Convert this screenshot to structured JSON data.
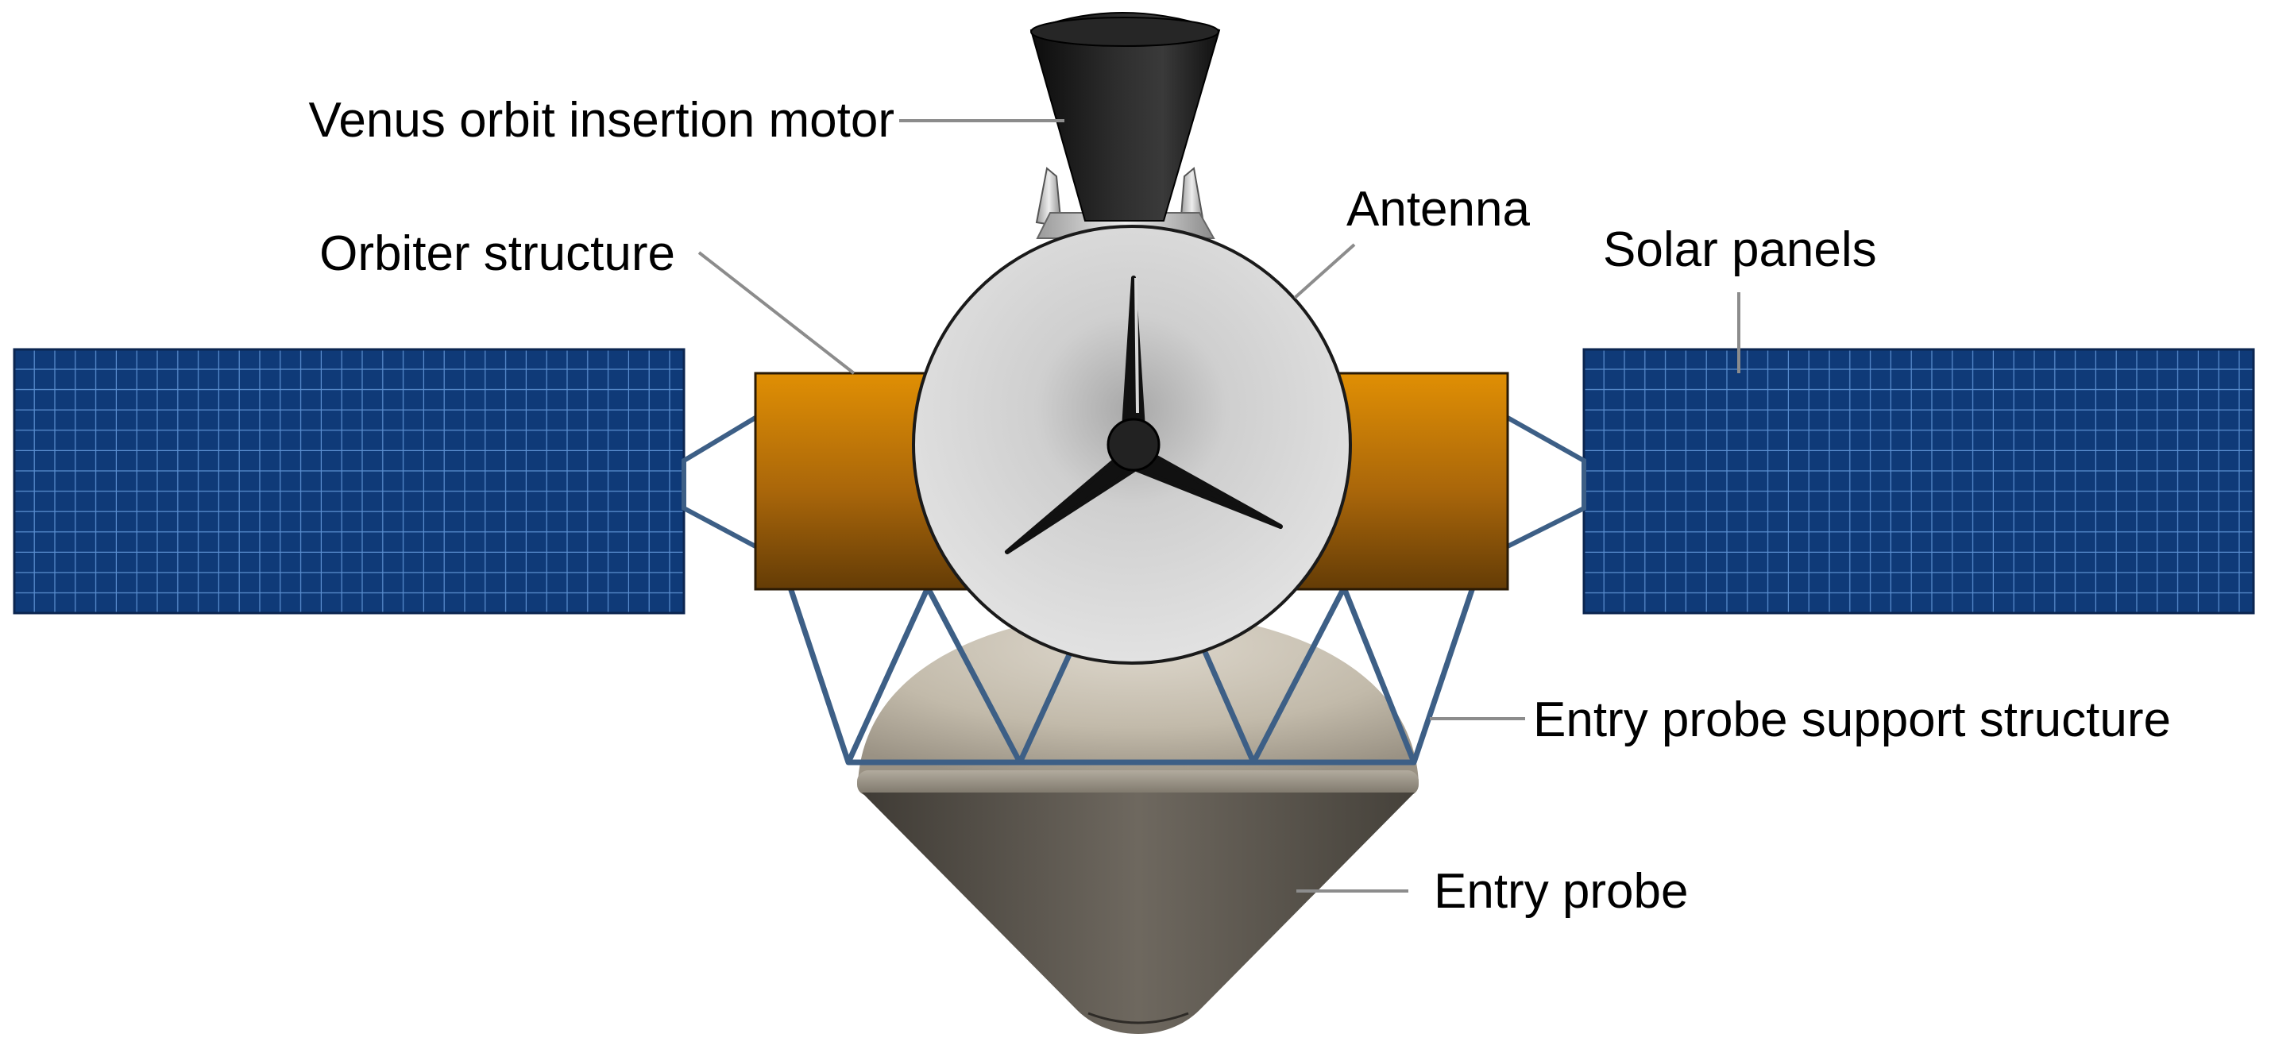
{
  "labels": {
    "motor": "Venus orbit insertion motor",
    "orbiter_structure": "Orbiter structure",
    "antenna": "Antenna",
    "solar_panels": "Solar panels",
    "support_structure": "Entry probe support structure",
    "entry_probe": "Entry probe"
  },
  "colors": {
    "solar_panel": "#0f3a78",
    "panel_grid": "#5b8fd0",
    "orbiter_body_top": "#d98a06",
    "orbiter_body_bottom": "#6b4005",
    "antenna_dish": "#d9d9d9",
    "truss": "#3d5f86",
    "motor_nozzle": "#1a1a1a",
    "probe_backshell": "#c7bfb1",
    "probe_heatshield": "#5f5a52",
    "leader_line": "#8c8c8c"
  },
  "icons": [
    "solar-panel-left",
    "solar-panel-right",
    "orbiter-body",
    "antenna-dish",
    "insertion-motor",
    "entry-probe",
    "support-truss"
  ]
}
